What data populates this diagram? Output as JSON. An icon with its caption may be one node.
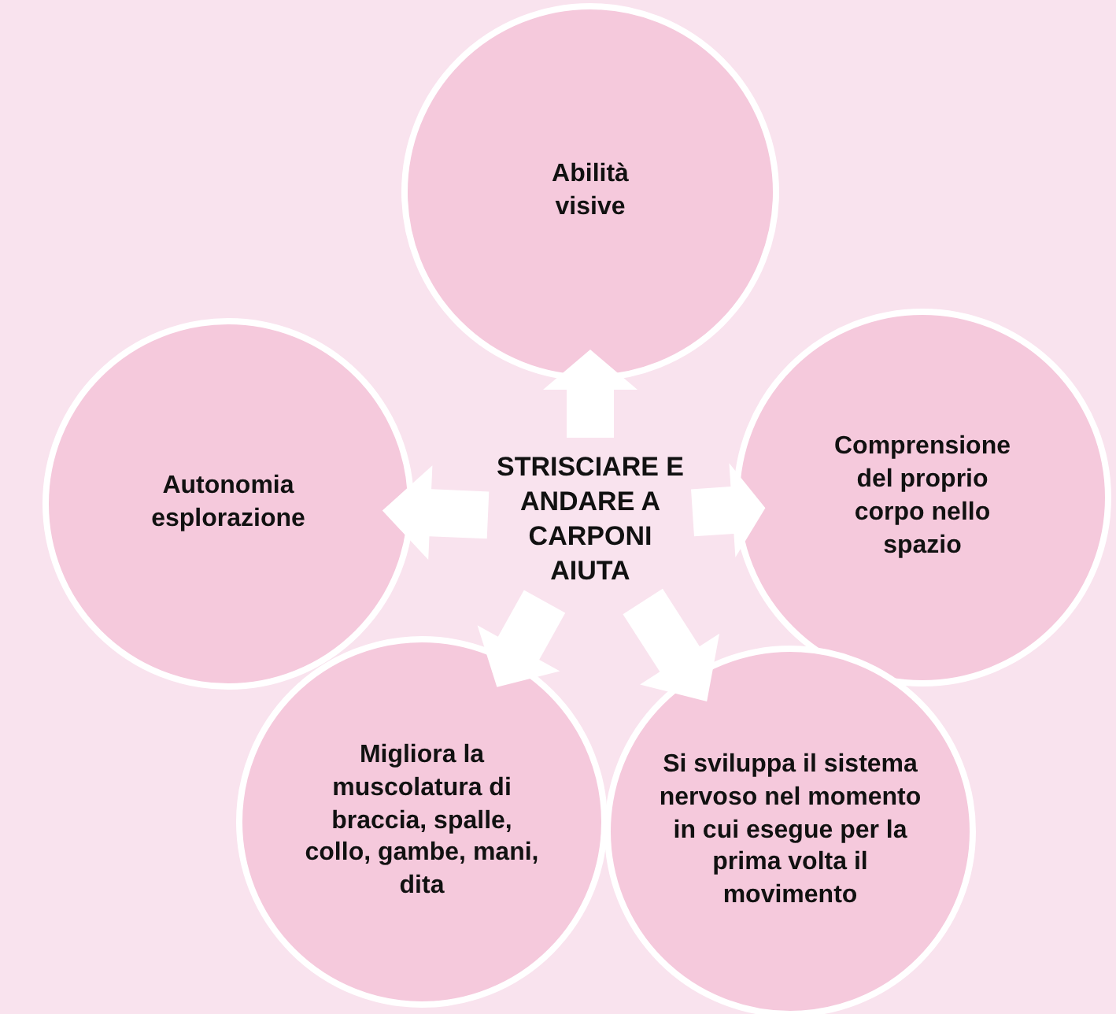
{
  "diagram": {
    "nodes": [
      {
        "text": [
          "STRISCIARE E ANDARE A CARPONI AIUTA"
        ]
      },
      {
        "text": [
          "Abilità visive"
        ]
      },
      {
        "text": [
          "Autonomia esplorazione"
        ]
      },
      {
        "text": [
          "Comprensione del proprio corpo nello spazio"
        ]
      },
      {
        "text": [
          "Migliora la muscolatura di braccia, spalle, collo, gambe, mani, dita"
        ]
      },
      {
        "text": [
          "Si sviluppa il sistema nervoso nel momento in cui esegue per la prima volta il movimento"
        ]
      }
    ],
    "edges": [
      {
        "from": 0,
        "to": 1,
        "arrow": "to"
      },
      {
        "from": 0,
        "to": 2,
        "arrow": "to"
      },
      {
        "from": 0,
        "to": 3,
        "arrow": "to"
      },
      {
        "from": 0,
        "to": 4,
        "arrow": "to"
      },
      {
        "from": 0,
        "to": 5,
        "arrow": "to"
      }
    ]
  }
}
